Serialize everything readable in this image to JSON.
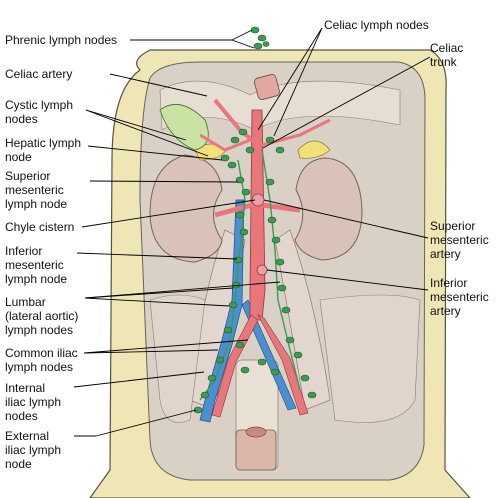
{
  "labels": {
    "phrenic": "Phrenic lymph nodes",
    "celiac_artery": "Celiac artery",
    "cystic": "Cystic lymph\nnodes",
    "hepatic": "Hepatic lymph\nnode",
    "sup_mes_node": "Superior\nmesenteric\nlymph node",
    "chyle": "Chyle cistern",
    "inf_mes_node": "Inferior\nmesenteric\nlymph node",
    "lumbar": "Lumbar\n(lateral aortic)\nlymph nodes",
    "common_iliac": "Common iliac\nlymph nodes",
    "internal_iliac": "Internal\niliac lymph\nnodes",
    "external_iliac": "External\niliac lymph\nnode",
    "celiac_nodes": "Celiac lymph nodes",
    "celiac_trunk": "Celiac\ntrunk",
    "sup_mes_artery": "Superior\nmesenteric\nartery",
    "inf_mes_artery": "Inferior\nmesenteric\nartery"
  },
  "colors": {
    "lymph_node": "#3e9a52",
    "artery": "#e8767a",
    "vein": "#4a8fd0",
    "wall": "#efe6b6",
    "cavity": "#d9d0c6",
    "kidney": "#d9c3b8",
    "adrenal": "#f2e07a",
    "gallbladder": "#c8e3a4"
  }
}
